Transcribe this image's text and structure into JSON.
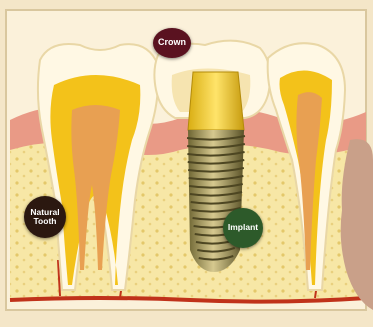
{
  "labels": {
    "crown": "Crown",
    "natural_tooth_line1": "Natural",
    "natural_tooth_line2": "Tooth",
    "implant": "Implant"
  },
  "colors": {
    "background": "#f4e6c8",
    "bone": "#f7e7a6",
    "gum": "#e99a86",
    "enamel": "#fff8e4",
    "dentin": "#f3c21a",
    "pulp": "#e8a052",
    "vessel": "#c0321a",
    "implant_metal": "#a89a5c",
    "abutment": "#f4d13a",
    "crown_label": "#5a1220",
    "natural_label": "#2b1810",
    "implant_label": "#2d5a2a"
  }
}
